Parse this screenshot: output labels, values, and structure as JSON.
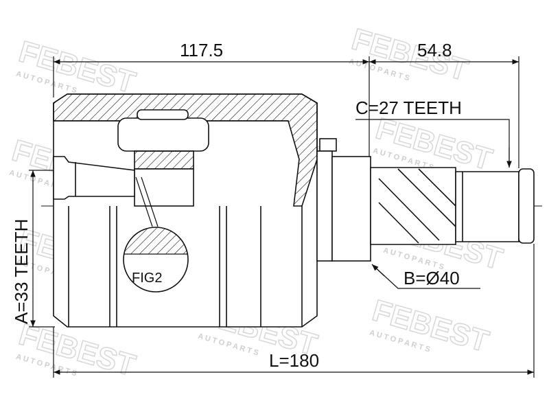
{
  "dimensions": {
    "total_length_top": "117.5",
    "shaft_length": "54.8",
    "c_teeth": "C=27 TEETH",
    "b_diameter": "B=Ø40",
    "a_teeth": "A=33 TEETH",
    "overall_length": "L=180",
    "fig_label": "FIG2"
  },
  "watermark": {
    "brand": "FEBEST",
    "sub": "A U T O   P A R T S"
  },
  "colors": {
    "line": "#111111",
    "watermark": "#d9d9d9",
    "background": "#ffffff"
  }
}
